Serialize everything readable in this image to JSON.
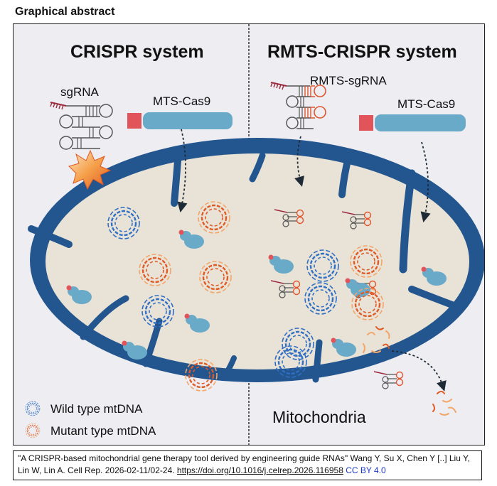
{
  "header": {
    "title": "Graphical abstract"
  },
  "figure": {
    "left_panel": {
      "title": "CRISPR system",
      "sgrna_label": "sgRNA",
      "cas9_label": "MTS-Cas9"
    },
    "right_panel": {
      "title": "RMTS-CRISPR system",
      "sgrna_label": "RMTS-sgRNA",
      "cas9_label": "MTS-Cas9"
    },
    "organelle_label": "Mitochondria",
    "legend": [
      {
        "label": "Wild type mtDNA",
        "icon": "wild-type-mtdna-icon",
        "color": "#2f6fc4"
      },
      {
        "label": "Mutant type mtDNA",
        "icon": "mutant-type-mtdna-icon",
        "color": "#e05a24"
      }
    ],
    "colors": {
      "membrane": "#23558f",
      "matrix": "#e9e2d6",
      "background": "#ededf2",
      "cas9_body": "#6aaac9",
      "mts_tag": "#e0545a",
      "rna_orange": "#e0562e",
      "rna_gray": "#555555",
      "spacer": "#9c2b3d"
    }
  },
  "citation": {
    "text": "\"A CRISPR-based mitochondrial gene therapy tool derived by engineering guide RNAs\" Wang Y, Su X, Chen Y [..] Liu Y, Lin W, Lin A. Cell Rep. 2026-02-11/02-24.",
    "doi": "https://doi.org/10.1016/j.celrep.2026.116958",
    "license": "CC BY 4.0"
  }
}
